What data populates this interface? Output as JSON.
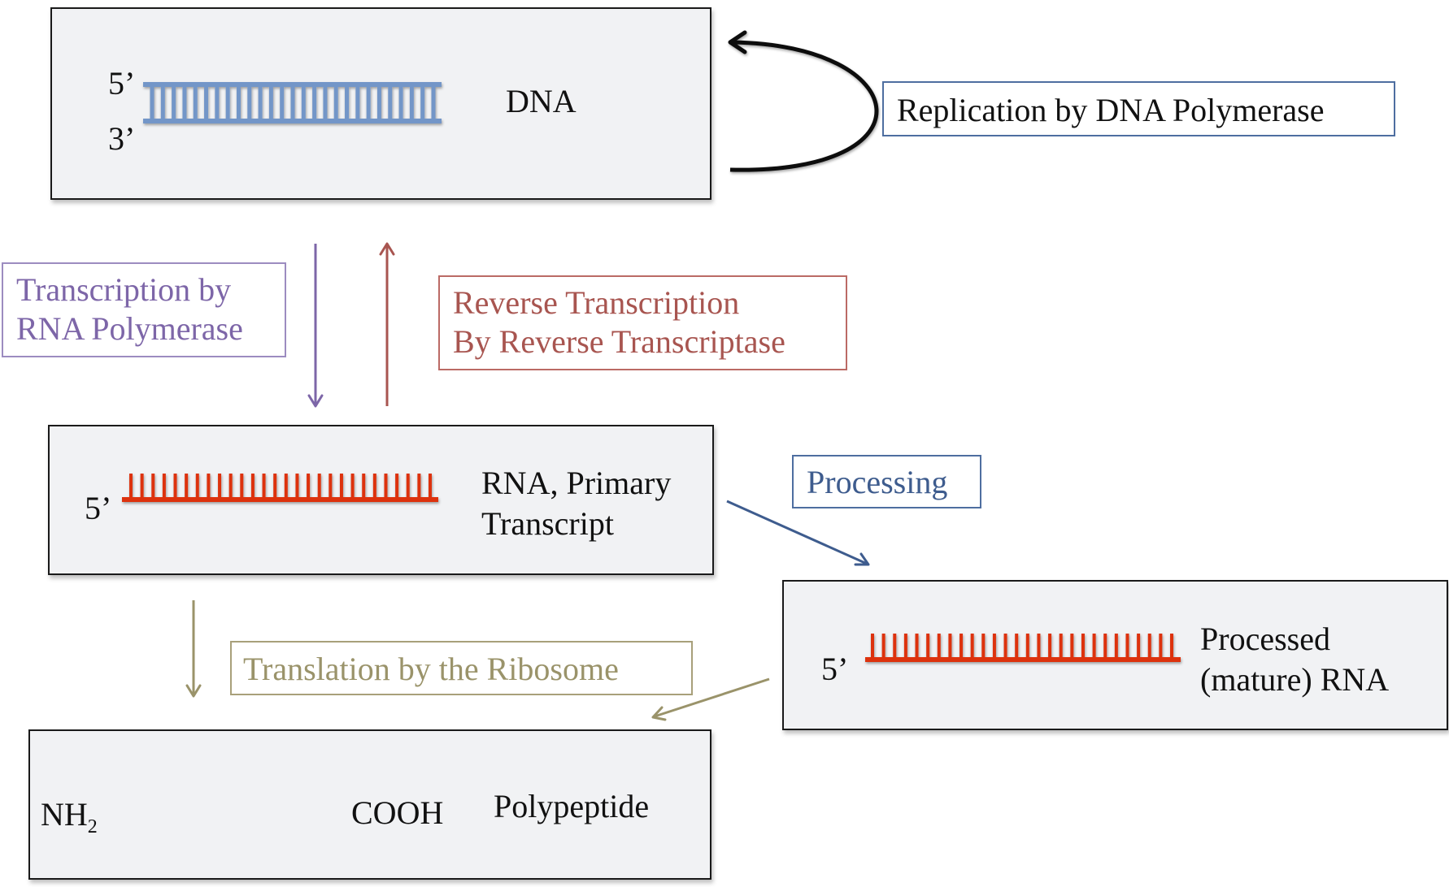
{
  "diagram": {
    "title": "Central dogma of molecular biology",
    "colors": {
      "dna": "#7396c8",
      "rna": "#dd3311",
      "polypeptide": "#5a8a2e",
      "transcription": "#7d66a8",
      "reverse_transcription": "#a85550",
      "replication_border": "#4e6ea0",
      "processing": "#3e5c8e",
      "translation": "#9a936a",
      "box_fill": "#f1f2f4"
    },
    "nodes": {
      "dna": {
        "label": "DNA",
        "end_top": "5’",
        "end_bottom": "3’",
        "rungs": 27
      },
      "primary_rna": {
        "label_line1": "RNA, Primary",
        "label_line2": "Transcript",
        "end": "5’",
        "rungs": 28
      },
      "mature_rna": {
        "label_line1": "Processed",
        "label_line2": "(mature) RNA",
        "end": "5’",
        "rungs": 28
      },
      "polypeptide": {
        "label": "Polypeptide",
        "n_terminus": "NH",
        "n_subscript": "2",
        "c_terminus": "COOH"
      }
    },
    "processes": {
      "replication": {
        "label": "Replication by DNA Polymerase"
      },
      "transcription": {
        "line1": "Transcription by",
        "line2": "RNA Polymerase"
      },
      "reverse_transcription": {
        "line1": "Reverse Transcription",
        "line2": "By Reverse Transcriptase"
      },
      "processing": {
        "label": "Processing"
      },
      "translation": {
        "label": "Translation by the Ribosome"
      }
    }
  }
}
